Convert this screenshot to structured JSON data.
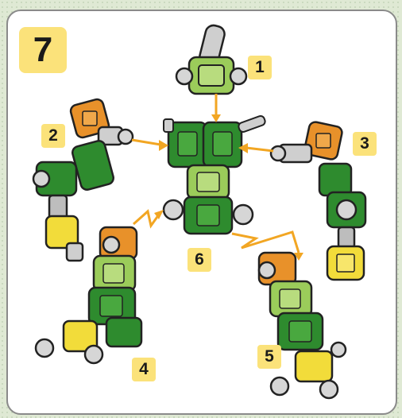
{
  "step_number": "7",
  "part_labels": [
    "1",
    "2",
    "3",
    "4",
    "5",
    "6"
  ],
  "colors": {
    "dark_green": "#2e8b2e",
    "light_green": "#9bcc5a",
    "orange": "#e8912a",
    "yellow": "#f2dc3a",
    "gray": "#bdbdbd",
    "arrow": "#f2a623",
    "label_bg": "#fbe27a"
  }
}
